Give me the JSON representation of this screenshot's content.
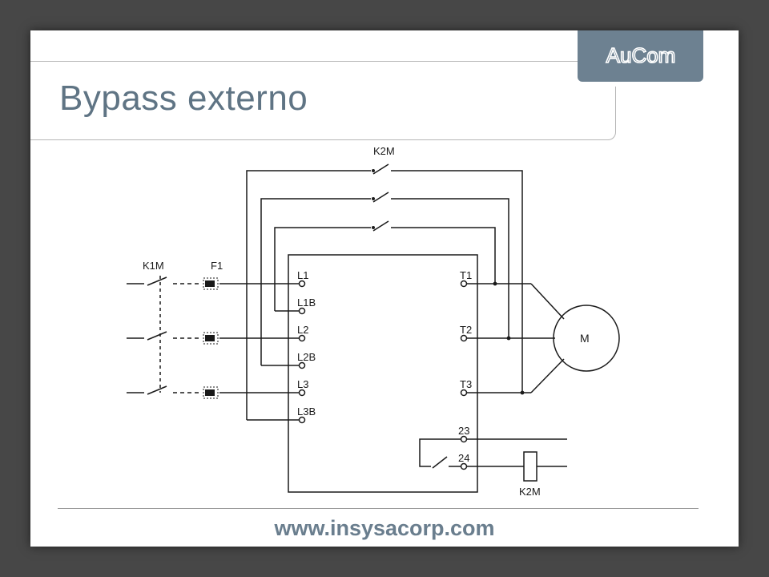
{
  "slide": {
    "title": "Bypass externo",
    "logo_text": "AuCom",
    "footer_url": "www.insysacorp.com"
  },
  "colors": {
    "background": "#474747",
    "title": "#5f7484",
    "logo_bg": "#6d8191",
    "footer": "#6a7e8e",
    "wire": "#1a1a1a"
  },
  "diagram": {
    "labels": {
      "bypass_contactor": "K2M",
      "main_contactor": "K1M",
      "fuse": "F1",
      "motor": "M",
      "coil": "K2M"
    },
    "input_terminals": [
      "L1",
      "L1B",
      "L2",
      "L2B",
      "L3",
      "L3B"
    ],
    "output_terminals": [
      "T1",
      "T2",
      "T3"
    ],
    "relay_terminals": [
      "23",
      "24"
    ]
  }
}
